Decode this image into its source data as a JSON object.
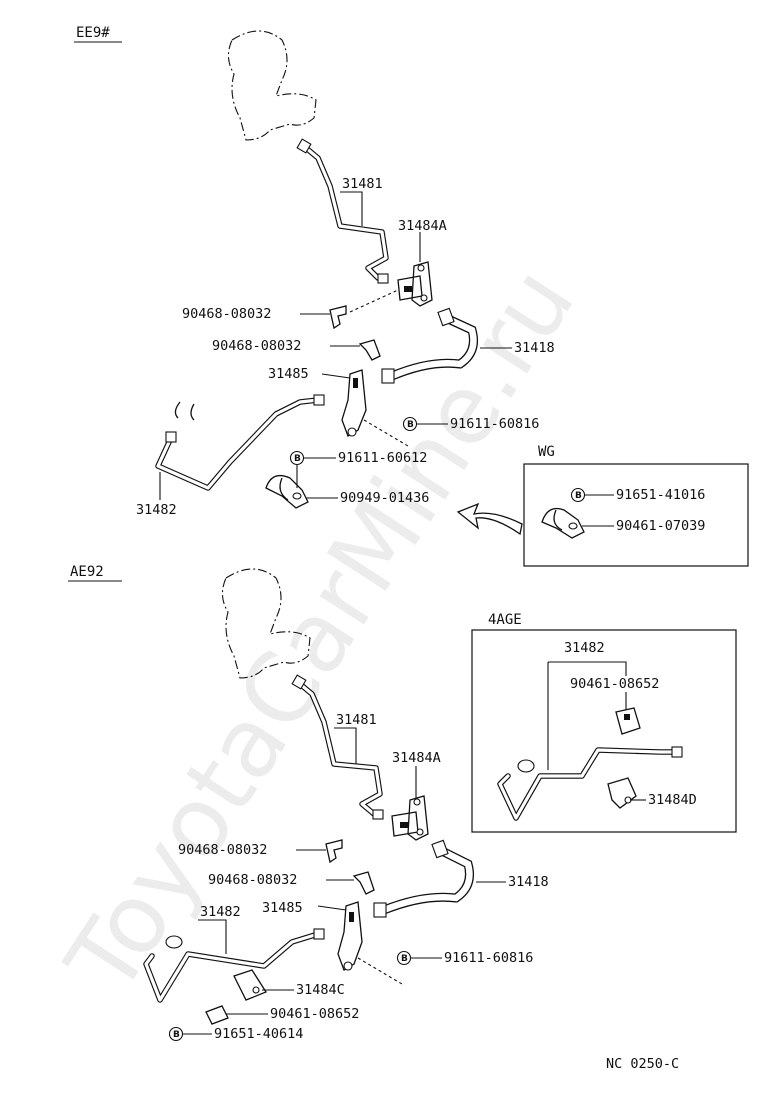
{
  "sections": {
    "top": "EE9#",
    "bottom": "AE92",
    "inset_wg": "WG",
    "inset_4age": "4AGE"
  },
  "bolt_marker": "B",
  "labels": {
    "top_31481": "31481",
    "top_31484A": "31484A",
    "top_90468_a": "90468-08032",
    "top_90468_b": "90468-08032",
    "top_31418": "31418",
    "top_31485": "31485",
    "top_91611_60816": "91611-60816",
    "top_91611_60612": "91611-60612",
    "top_90949": "90949-01436",
    "top_31482": "31482",
    "wg_91651": "91651-41016",
    "wg_90461": "90461-07039",
    "age_31482": "31482",
    "age_90461": "90461-08652",
    "age_31484D": "31484D",
    "bot_31481": "31481",
    "bot_31484A": "31484A",
    "bot_90468_a": "90468-08032",
    "bot_90468_b": "90468-08032",
    "bot_31418": "31418",
    "bot_31482": "31482",
    "bot_31485": "31485",
    "bot_91611_60816": "91611-60816",
    "bot_31484C": "31484C",
    "bot_90461": "90461-08652",
    "bot_91651": "91651-40614"
  },
  "code": "NC 0250-C",
  "watermark": "ToyotaCarMine.ru"
}
